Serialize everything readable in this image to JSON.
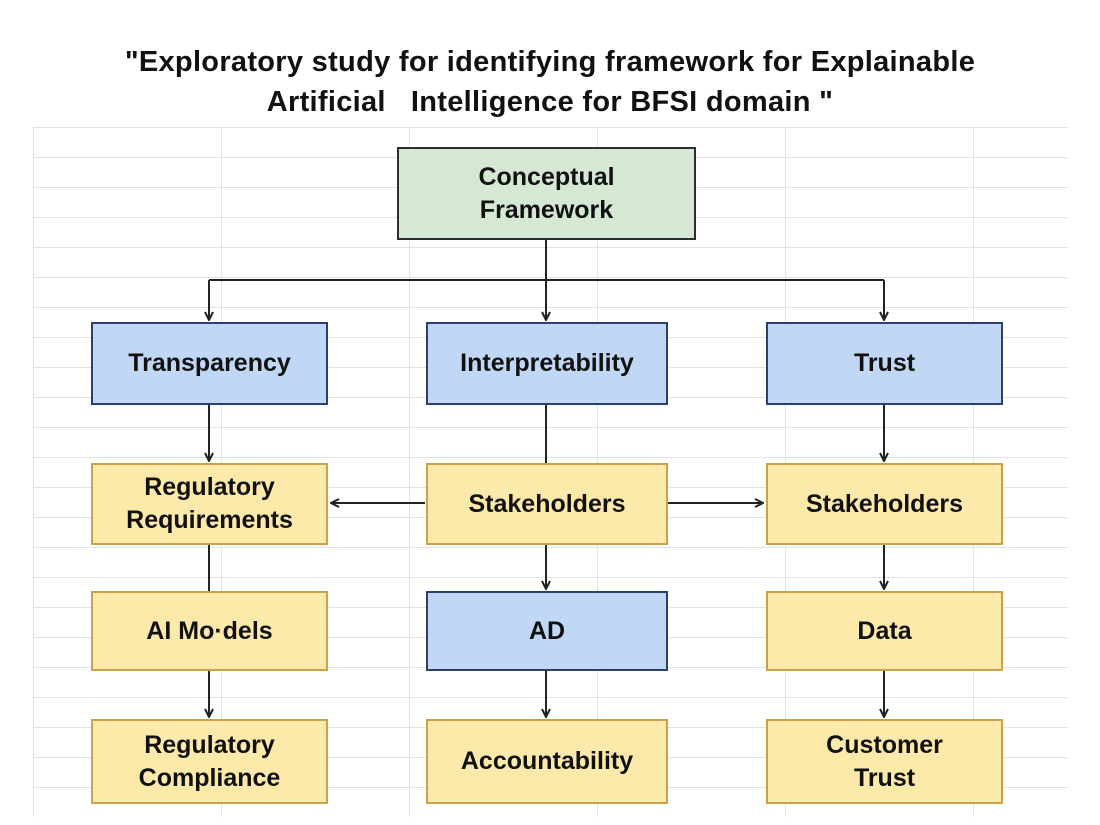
{
  "title": {
    "line1": "\"Exploratory study for identifying framework for Explainable",
    "line2": "Artificial   Intelligence for BFSI domain \""
  },
  "nodes": {
    "root": "Conceptual\nFramework",
    "transparency": "Transparency",
    "interpretability": "Interpretability",
    "trust": "Trust",
    "regulatory_requirements": "Regulatory\nRequirements",
    "stakeholders_center": "Stakeholders",
    "stakeholders_right": "Stakeholders",
    "ai_models": "AI Mo·dels",
    "ad": "AD",
    "data": "Data",
    "regulatory_compliance": "Regulatory\nCompliance",
    "accountability": "Accountability",
    "customer_trust": "Customer\nTrust"
  },
  "colors": {
    "root_fill": "#d5e8d4",
    "level1_fill": "#c0d8f5",
    "leaf_fill": "#fde9a9",
    "connector": "#222222"
  }
}
